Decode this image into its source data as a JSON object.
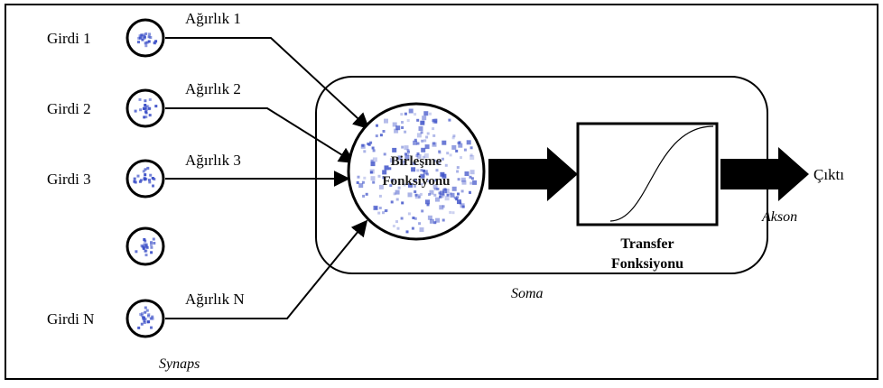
{
  "diagram": {
    "inputs": [
      {
        "label": "Girdi 1",
        "weight": "Ağırlık 1"
      },
      {
        "label": "Girdi 2",
        "weight": "Ağırlık 2"
      },
      {
        "label": "Girdi 3",
        "weight": "Ağırlık 3"
      },
      {
        "label": "",
        "weight": ""
      },
      {
        "label": "Girdi N",
        "weight": "Ağırlık N"
      }
    ],
    "synapse_label": "Synaps",
    "soma_label": "Soma",
    "combine_line1": "Birleşme",
    "combine_line2": "Fonksiyonu",
    "transfer_line1": "Transfer",
    "transfer_line2": "Fonksiyonu",
    "axon_label": "Akson",
    "output_label": "Çıktı",
    "colors": {
      "line": "#000000",
      "dot": "#3c50c8"
    }
  }
}
